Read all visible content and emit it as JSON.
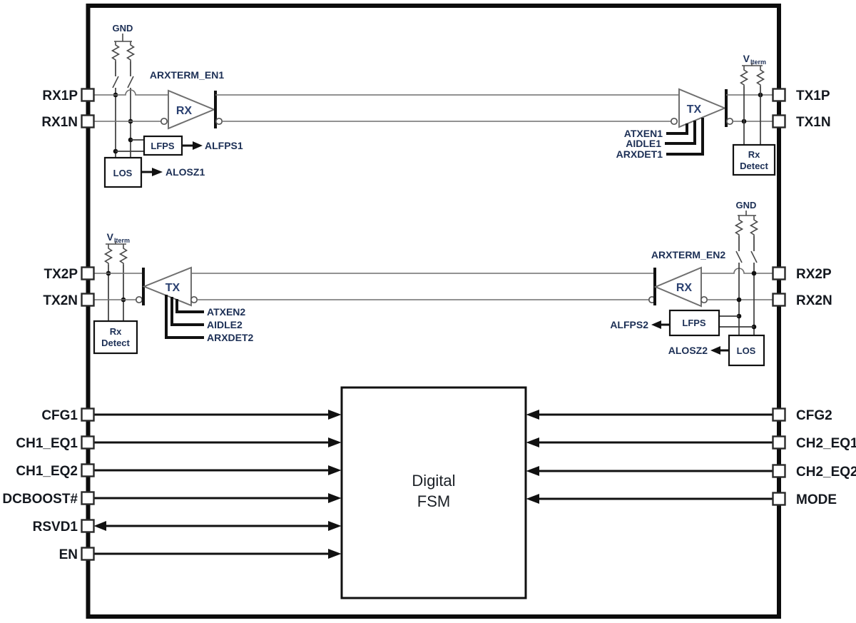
{
  "colors": {
    "wire_gray": "#6f6f6f",
    "ink_black": "#111111",
    "signal_label_navy": "#1c2f55",
    "pin_label": "#14181f"
  },
  "fsm": {
    "line1": "Digital",
    "line2": "FSM"
  },
  "pins": {
    "rx1p": "RX1P",
    "rx1n": "RX1N",
    "tx1p": "TX1P",
    "tx1n": "TX1N",
    "tx2p": "TX2P",
    "tx2n": "TX2N",
    "rx2p": "RX2P",
    "rx2n": "RX2N",
    "cfg1": "CFG1",
    "ch1_eq1": "CH1_EQ1",
    "ch1_eq2": "CH1_EQ2",
    "dcboost": "DCBOOST#",
    "rsvd1": "RSVD1",
    "en": "EN",
    "cfg2": "CFG2",
    "ch2_eq1": "CH2_EQ1",
    "ch2_eq2": "CH2_EQ2",
    "mode": "MODE"
  },
  "ch1": {
    "gnd": "GND",
    "arxterm": "ARXTERM_EN1",
    "rx": "RX",
    "tx": "TX",
    "lfps": "LFPS",
    "alfps": "ALFPS1",
    "los": "LOS",
    "alosz": "ALOSZ1",
    "atxen": "ATXEN1",
    "aidle": "AIDLE1",
    "arxdet": "ARXDET1",
    "viterm_v": "V",
    "viterm_sub": "Iterm",
    "rxdet_l1": "Rx",
    "rxdet_l2": "Detect"
  },
  "ch2": {
    "gnd": "GND",
    "arxterm": "ARXTERM_EN2",
    "rx": "RX",
    "tx": "TX",
    "lfps": "LFPS",
    "alfps": "ALFPS2",
    "los": "LOS",
    "alosz": "ALOSZ2",
    "atxen": "ATXEN2",
    "aidle": "AIDLE2",
    "arxdet": "ARXDET2",
    "viterm_v": "V",
    "viterm_sub": "Iterm",
    "rxdet_l1": "Rx",
    "rxdet_l2": "Detect"
  }
}
